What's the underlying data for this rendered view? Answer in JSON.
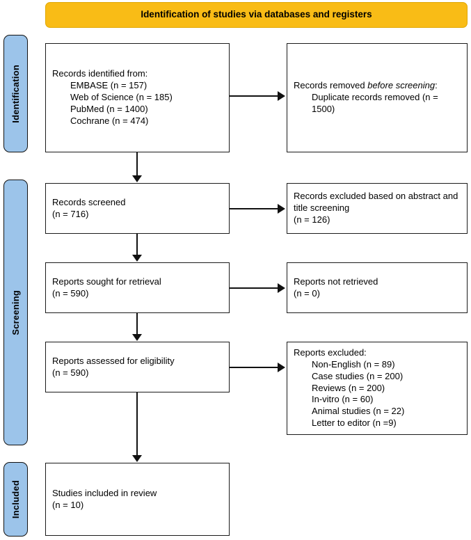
{
  "banner": {
    "title": "Identification of studies via databases and registers"
  },
  "stages": [
    {
      "id": "identification",
      "label": "Identification"
    },
    {
      "id": "screening",
      "label": "Screening"
    },
    {
      "id": "included",
      "label": "Included"
    }
  ],
  "boxes": {
    "identified": {
      "heading": "Records identified from:",
      "sources": [
        "EMBASE (n = 157)",
        "Web of Science (n = 185)",
        "PubMed (n = 1400)",
        "Cochrane (n = 474)"
      ]
    },
    "removed": {
      "heading_plain": "Records removed ",
      "heading_italic": "before screening",
      "heading_colon": ":",
      "items": [
        "Duplicate records removed (n = 1500)"
      ]
    },
    "screened": {
      "line1": "Records screened",
      "line2": "(n = 716)"
    },
    "excluded_abstract": {
      "line1": "Records excluded based on abstract and title screening",
      "line2": "(n = 126)"
    },
    "sought": {
      "line1": "Reports sought for retrieval",
      "line2": "(n = 590)"
    },
    "not_retrieved": {
      "line1": "Reports not retrieved",
      "line2": "(n = 0)"
    },
    "assessed": {
      "line1": "Reports assessed for eligibility",
      "line2": "(n = 590)"
    },
    "excluded_reports": {
      "heading": "Reports excluded:",
      "reasons": [
        "Non-English (n = 89)",
        "Case studies (n = 200)",
        "Reviews (n = 200)",
        "In-vitro (n = 60)",
        "Animal studies (n = 22)",
        "Letter to editor (n =9)"
      ]
    },
    "included": {
      "line1": "Studies included in review",
      "line2": "(n = 10)"
    }
  },
  "colors": {
    "banner_fill": "#F9BC16",
    "stage_fill": "#9CC4EA",
    "box_border": "#1A1A1A",
    "connector": "#111111",
    "text": "#000000"
  }
}
